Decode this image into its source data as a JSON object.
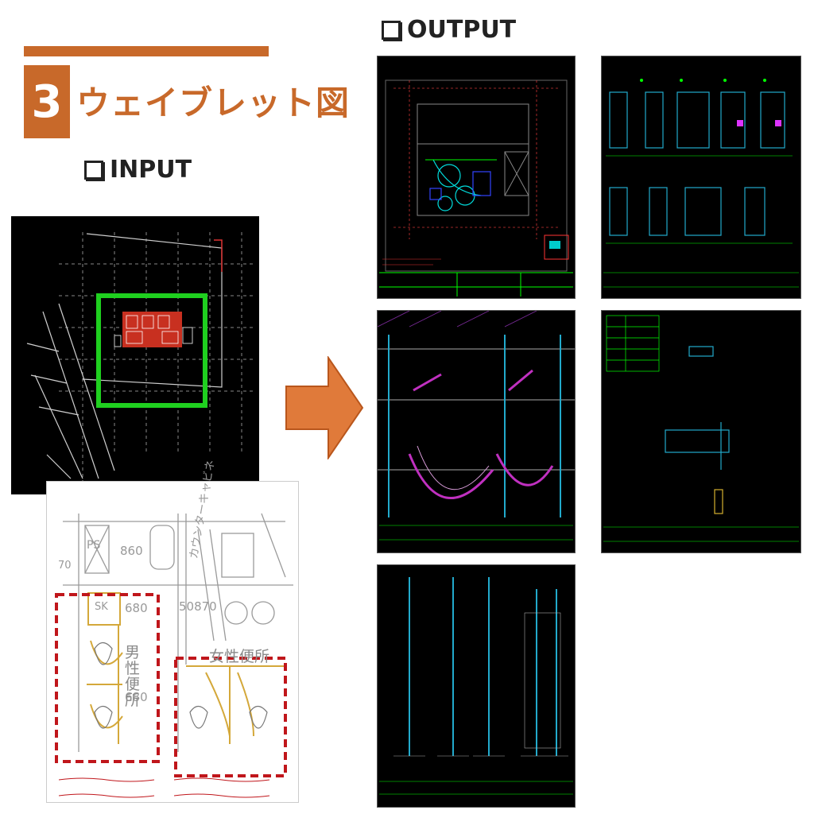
{
  "header": {
    "section_number": "3",
    "title": "ウェイブレット図"
  },
  "input": {
    "label": "INPUT",
    "sketch": {
      "room_male": "男性便所",
      "room_female": "女性便所",
      "label_ps": "PS",
      "label_sk": "SK",
      "dim_860": "860",
      "dim_680a": "680",
      "dim_680b": "680",
      "dim_50870": "50870",
      "dim_70": "70",
      "counter_note": "カウンターキャビネ"
    }
  },
  "output": {
    "label": "OUTPUT"
  },
  "colors": {
    "accent": "#c8692a",
    "arrow": "#e07a3a",
    "highlight_green": "#1fd01f",
    "markup_red": "#c0161b",
    "cad_background": "#000000"
  },
  "icons": {
    "checkbox": "checkbox-icon",
    "arrow": "right-arrow-icon"
  }
}
